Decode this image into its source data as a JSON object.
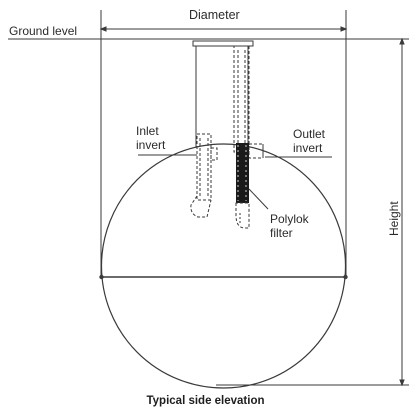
{
  "diagram": {
    "labels": {
      "diameter": "Diameter",
      "ground_level": "Ground level",
      "inlet_line1": "Inlet",
      "inlet_line2": "invert",
      "outlet_line1": "Outlet",
      "outlet_line2": "invert",
      "polylok_line1": "Polylok",
      "polylok_line2": "filter",
      "height": "Height",
      "caption": "Typical side elevation"
    },
    "colors": {
      "line": "#3a3a3a",
      "filter_fill": "#1a1a1a",
      "background": "#ffffff"
    }
  }
}
